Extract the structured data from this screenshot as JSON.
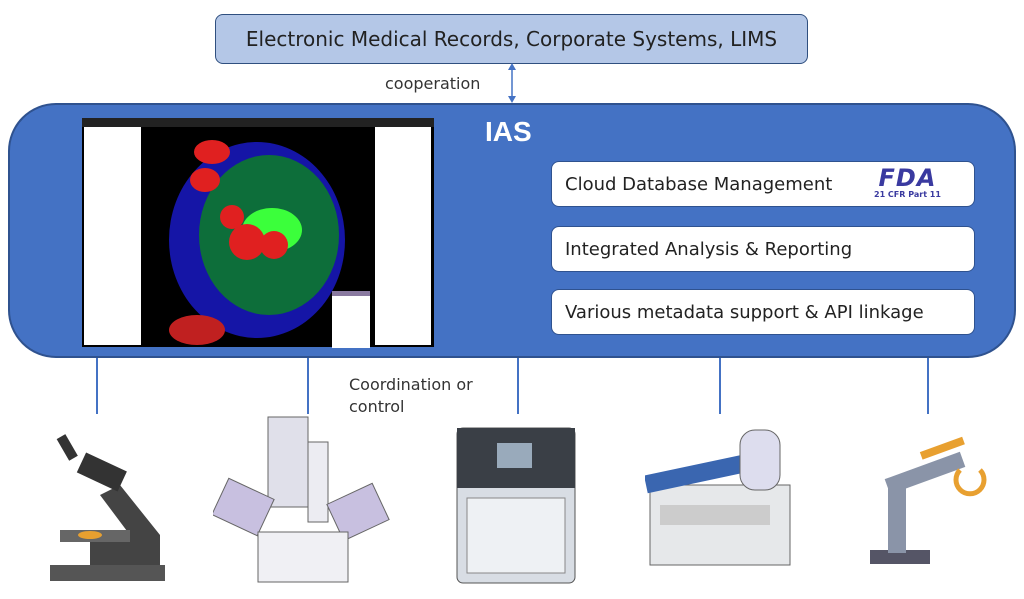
{
  "top_box": {
    "label": "Electronic Medical Records, Corporate Systems, LIMS"
  },
  "cooperation_label": "cooperation",
  "ias": {
    "title": "IAS",
    "features": [
      {
        "label": "Cloud Database Management",
        "badge": "FDA",
        "badge_sub": "21 CFR Part 11"
      },
      {
        "label": "Integrated Analysis & Reporting"
      },
      {
        "label": "Various metadata support & API linkage"
      }
    ]
  },
  "coordination_label": [
    "Coordination or",
    "control"
  ],
  "instruments": [
    "microscope-icon",
    "electron-microscope-icon",
    "analyzer-icon",
    "liquid-handler-icon",
    "robot-arm-icon"
  ],
  "colors": {
    "ias_blue": "#4472c4",
    "top_box": "#b4c7e7",
    "fda_blue": "#3a3aa0"
  }
}
